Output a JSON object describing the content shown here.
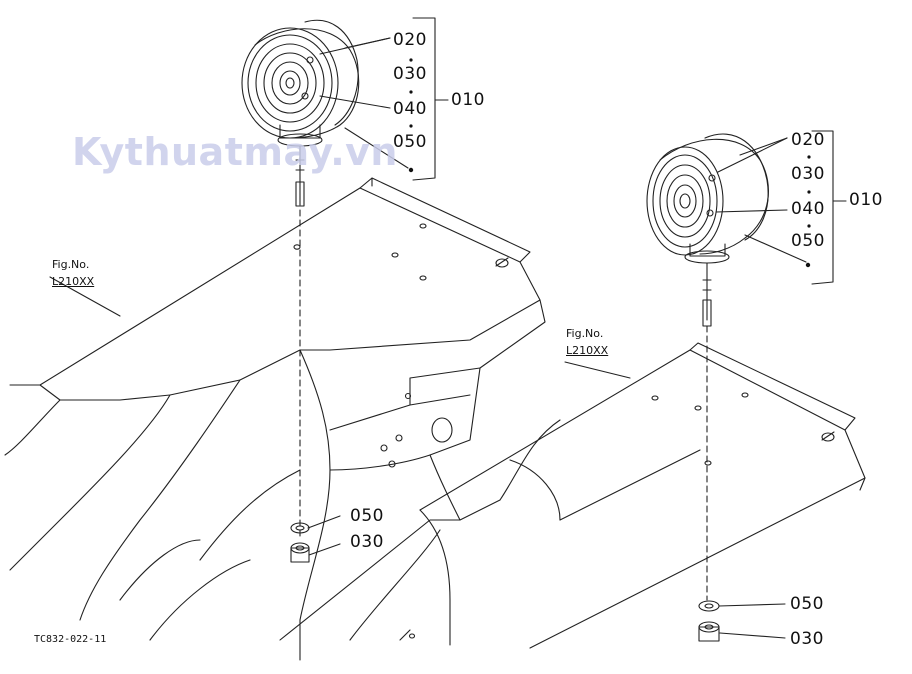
{
  "watermark": "Kythuatmay.vn",
  "drawing_code": "TC832-022-11",
  "left_assembly": {
    "callouts": [
      "020",
      "030",
      "040",
      "050"
    ],
    "group": "010",
    "fig_ref": {
      "line1": "Fig.No.",
      "line2": "L210XX"
    },
    "hardware": [
      "050",
      "030"
    ]
  },
  "right_assembly": {
    "callouts": [
      "020",
      "030",
      "040",
      "050"
    ],
    "group": "010",
    "fig_ref": {
      "line1": "Fig.No.",
      "line2": "L210XX"
    },
    "hardware": [
      "050",
      "030"
    ]
  },
  "colors": {
    "line": "#222222",
    "watermark": "#c9cdea",
    "background": "#ffffff"
  }
}
